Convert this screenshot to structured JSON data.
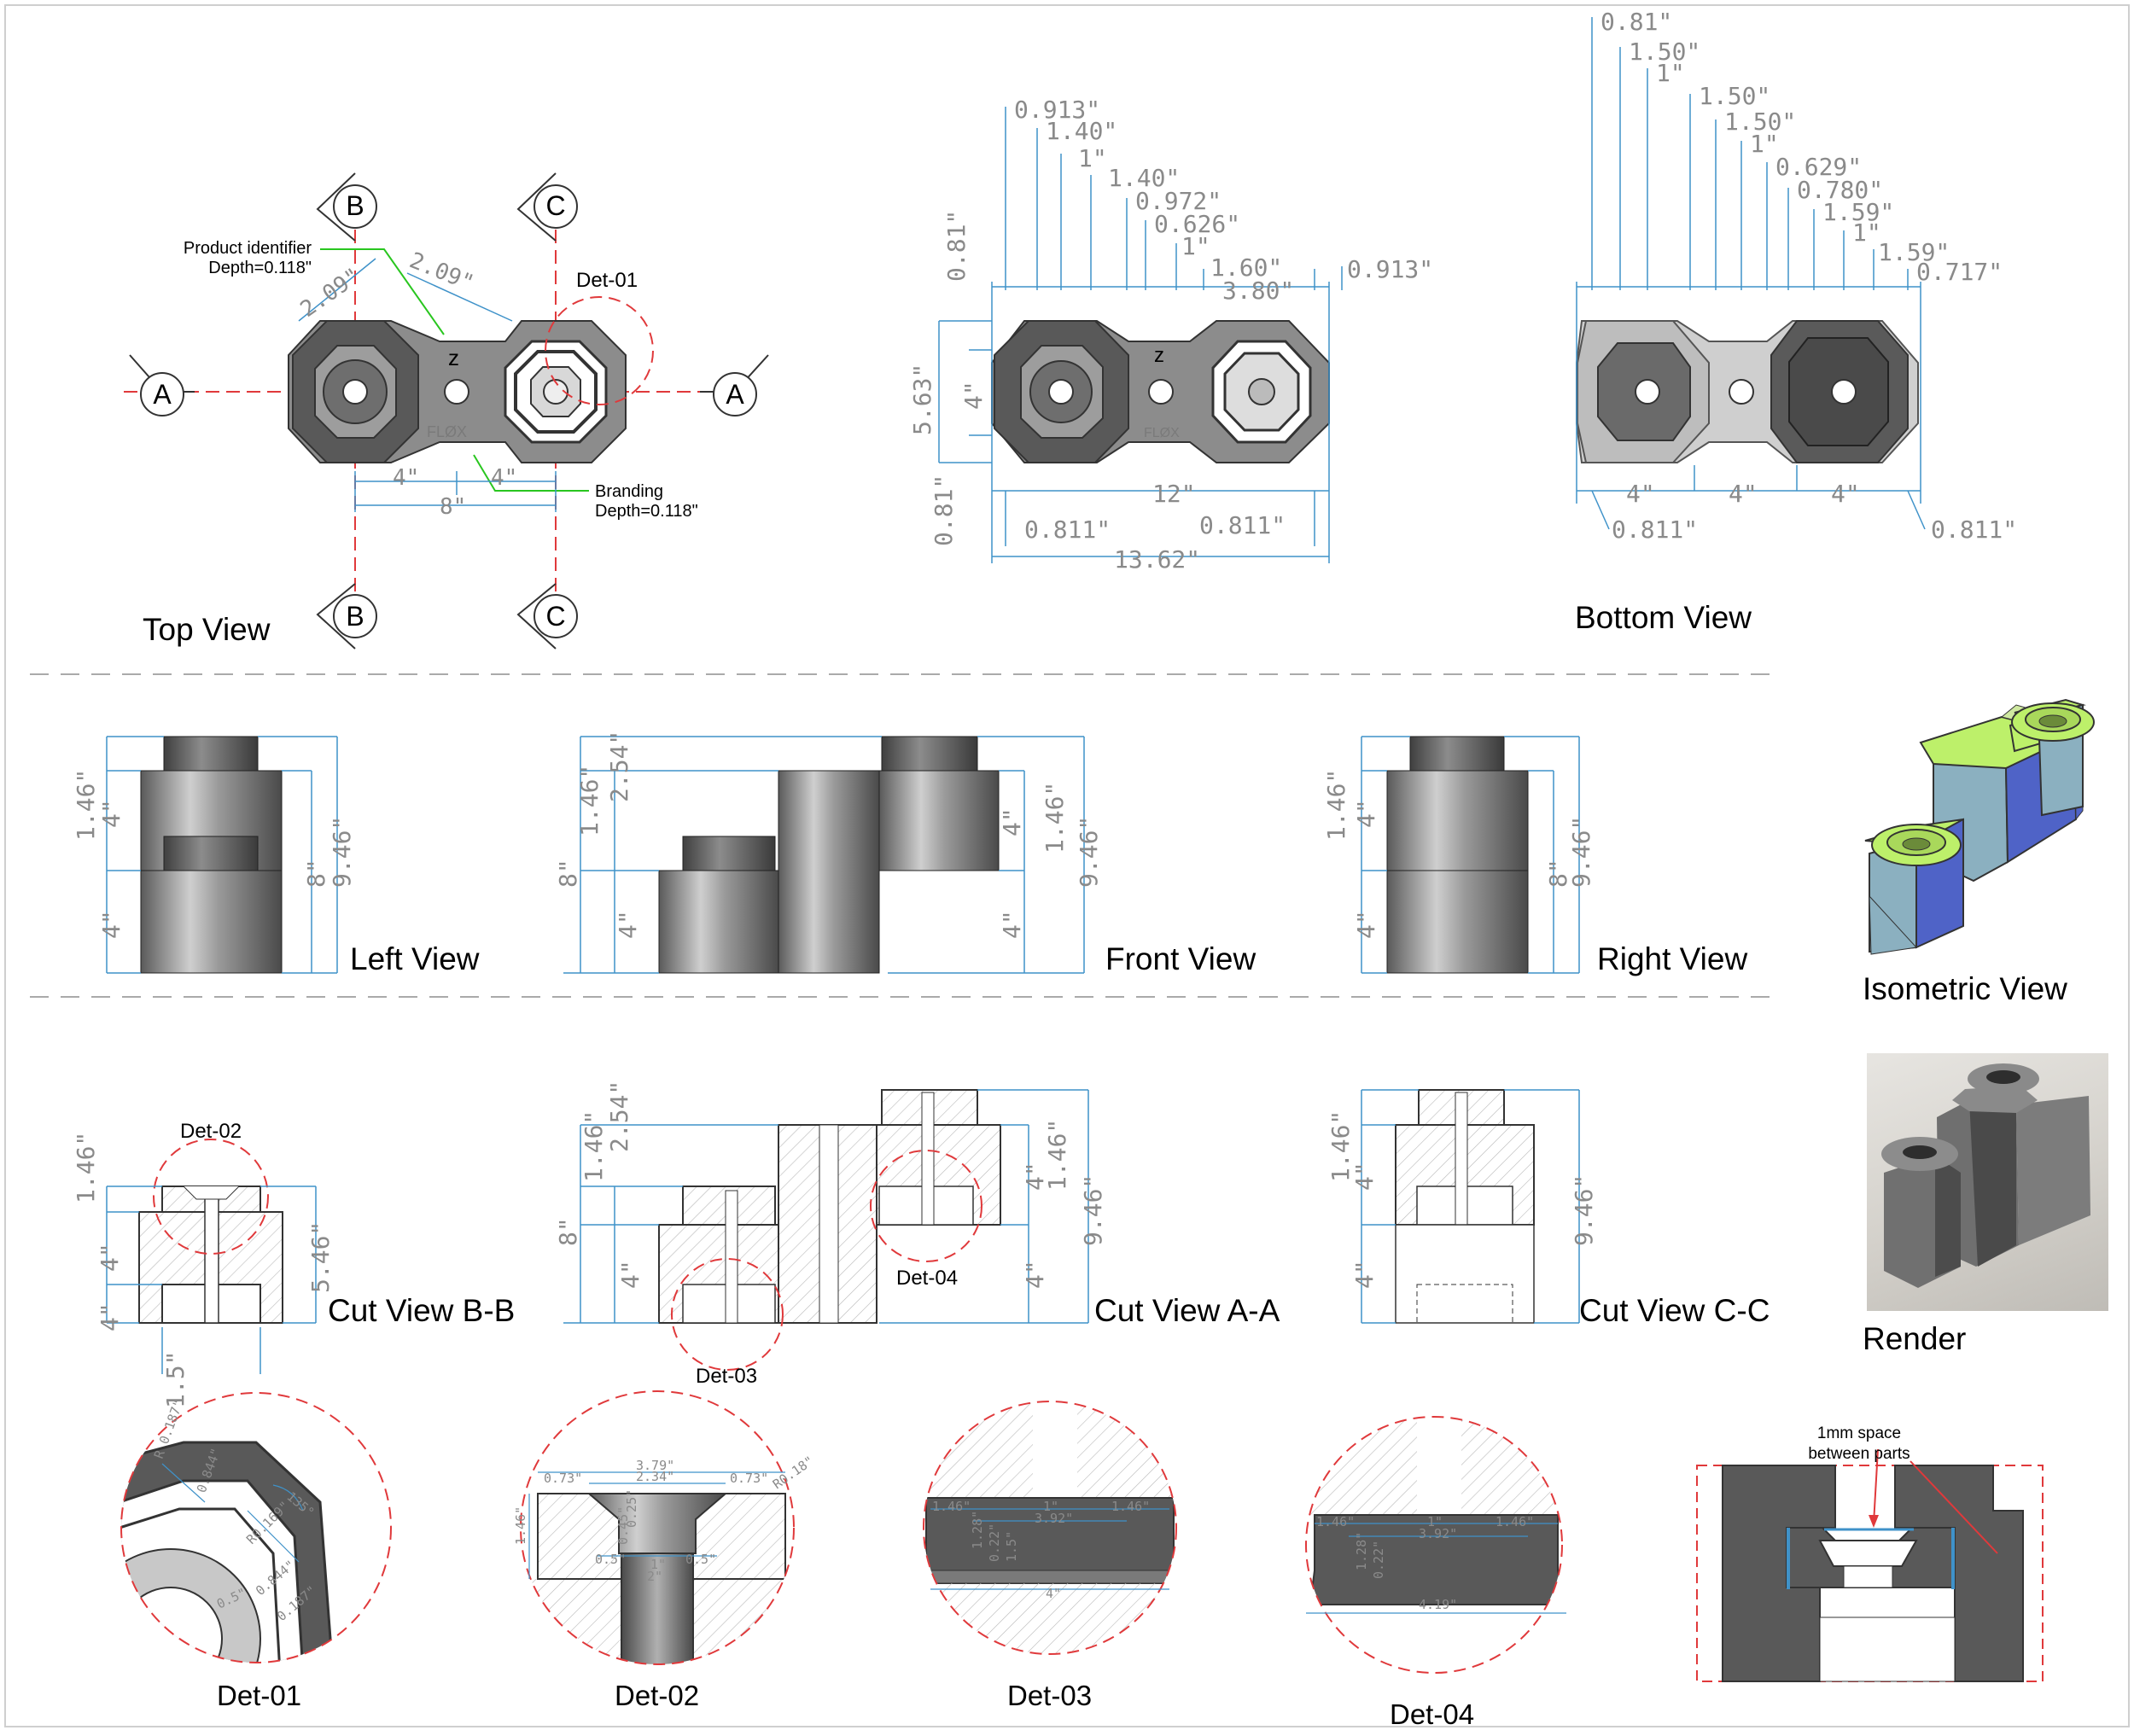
{
  "titles": {
    "top_view": "Top View",
    "bottom_view": "Bottom View",
    "left_view": "Left View",
    "front_view": "Front View",
    "right_view": "Right View",
    "isometric_view": "Isometric View",
    "cut_b": "Cut View B-B",
    "cut_a": "Cut View A-A",
    "cut_c": "Cut View C-C",
    "render": "Render",
    "det01": "Det-01",
    "det02": "Det-02",
    "det03": "Det-03",
    "det04": "Det-04"
  },
  "section_markers": {
    "a": "A",
    "b": "B",
    "c": "C"
  },
  "callouts": {
    "product_identifier": "Product identifier",
    "product_depth": "Depth=0.118\"",
    "branding": "Branding",
    "branding_depth": "Depth=0.118\"",
    "det01": "Det-01",
    "det02": "Det-02",
    "det03": "Det-03",
    "det04": "Det-04",
    "space": "1mm space",
    "space2": "between parts"
  },
  "embossed": {
    "z": "z",
    "brand": "FLØX"
  },
  "dims": {
    "top": {
      "d209a": "2.09\"",
      "d209b": "2.09\"",
      "d4a": "4\"",
      "d4b": "4\"",
      "d8": "8\""
    },
    "middle": {
      "d0913a": "0.913\"",
      "d140a": "1.40\"",
      "d1a": "1\"",
      "d140b": "1.40\"",
      "d0972": "0.972\"",
      "d0626": "0.626\"",
      "d1b": "1\"",
      "d160": "1.60\"",
      "d380": "3.80\"",
      "d0913b": "0.913\"",
      "d081a": "0.81\"",
      "d563": "5.63\"",
      "d4": "4\"",
      "d081b": "0.81\"",
      "d12": "12\"",
      "d0811a": "0.811\"",
      "d0811b": "0.811\"",
      "d1362": "13.62\""
    },
    "bottom": {
      "d081": "0.81\"",
      "d150a": "1.50\"",
      "d1a": "1\"",
      "d150b": "1.50\"",
      "d150c": "1.50\"",
      "d1b": "1\"",
      "d0629": "0.629\"",
      "d0780": "0.780\"",
      "d159a": "1.59\"",
      "d1c": "1\"",
      "d159b": "1.59\"",
      "d0717": "0.717\"",
      "d4a": "4\"",
      "d4b": "4\"",
      "d4c": "4\"",
      "d0811a": "0.811\"",
      "d0811b": "0.811\""
    },
    "left": {
      "d146": "1.46\"",
      "d4a": "4\"",
      "d4b": "4\"",
      "d8": "8\"",
      "d946": "9.46\""
    },
    "front": {
      "d254": "2.54\"",
      "d146a": "1.46\"",
      "d8": "8\"",
      "d4a": "4\"",
      "d4b": "4\"",
      "d146b": "1.46\"",
      "d4c": "4\"",
      "d946": "9.46\""
    },
    "right": {
      "d146": "1.46\"",
      "d4a": "4\"",
      "d4b": "4\"",
      "d8": "8\"",
      "d946": "9.46\""
    },
    "cutb": {
      "d146": "1.46\"",
      "d4": "4\"",
      "d4b": "4\"",
      "d546": "5.46\"",
      "d15": "1.5\""
    },
    "cuta": {
      "d254": "2.54\"",
      "d146a": "1.46\"",
      "d8": "8\"",
      "d4a": "4\"",
      "d4b": "4\"",
      "d146b": "1.46\"",
      "d4c": "4\"",
      "d946": "9.46\""
    },
    "cutc": {
      "d146": "1.46\"",
      "d4a": "4\"",
      "d4b": "4\"",
      "d946": "9.46\""
    },
    "det01": {
      "r0187a": "R 0.187\"",
      "d0844a": "0.844\"",
      "r0169": "R0.169\"",
      "d135": "135°",
      "d05": "0.5\"",
      "d0844b": "0.844\"",
      "d0187b": "0.187\""
    },
    "det02": {
      "d379": "3.79\"",
      "d234": "2.34\"",
      "d073a": "0.73\"",
      "d073b": "0.73\"",
      "r018": "R0.18\"",
      "d146": "1.46\"",
      "d025": "0.25\"",
      "d045": "0.45\"",
      "d05a": "0.5\"",
      "d05b": "0.5\"",
      "d1": "1\"",
      "d2": "2\""
    },
    "det03": {
      "d146a": "1.46\"",
      "d1": "1\"",
      "d146b": "1.46\"",
      "d392": "3.92\"",
      "d128": "1.28\"",
      "d022": "0.22\"",
      "d15": "1.5\"",
      "d4": "4\""
    },
    "det04": {
      "d146a": "1.46\"",
      "d1": "1\"",
      "d146b": "1.46\"",
      "d392": "3.92\"",
      "d128": "1.28\"",
      "d022": "0.22\"",
      "d419": "4.19\""
    }
  },
  "colors": {
    "dim_line": "#3f92c9",
    "section_line": "#e0393b",
    "leader": "#29c61f",
    "iso_green": "#bdf06a",
    "iso_blue": "#4f63c7",
    "part_dark": "#555555"
  }
}
